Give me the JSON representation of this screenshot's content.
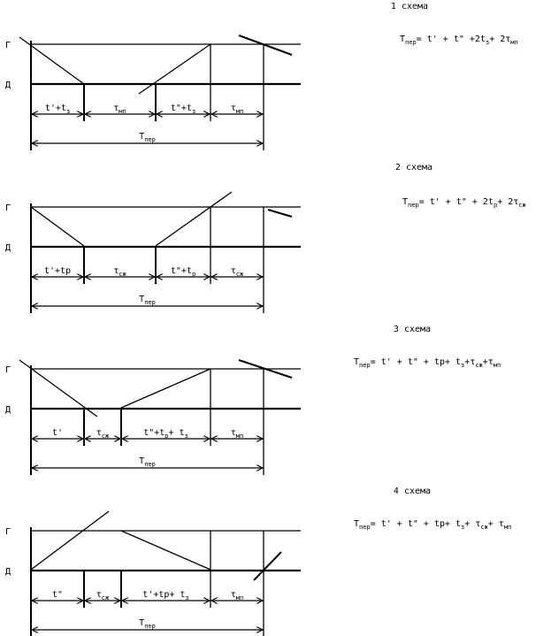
{
  "schemes": [
    {
      "title": "1 схема",
      "axis_top": "Г",
      "axis_bottom": "Д",
      "formula": [
        {
          "t": "T"
        },
        {
          "t": "пер",
          "sub": true
        },
        {
          "t": "= t' + t\" +2t"
        },
        {
          "t": "з",
          "sub": true
        },
        {
          "t": "+ 2τ"
        },
        {
          "t": "мп",
          "sub": true
        }
      ],
      "segments": [
        [
          {
            "t": "t'+t"
          },
          {
            "t": "з",
            "sub": true
          }
        ],
        [
          {
            "t": "τ"
          },
          {
            "t": "мп",
            "sub": true
          }
        ],
        [
          {
            "t": "t\"+t"
          },
          {
            "t": "з",
            "sub": true
          }
        ],
        [
          {
            "t": "τ"
          },
          {
            "t": "мп",
            "sub": true
          }
        ]
      ],
      "total": [
        {
          "t": "T"
        },
        {
          "t": "пер",
          "sub": true
        }
      ]
    },
    {
      "title": "2 схема",
      "axis_top": "Г",
      "axis_bottom": "Д",
      "formula": [
        {
          "t": "T"
        },
        {
          "t": "пер",
          "sub": true
        },
        {
          "t": "= t' + t\" + 2t"
        },
        {
          "t": "р",
          "sub": true
        },
        {
          "t": "+ 2τ"
        },
        {
          "t": "сж",
          "sub": true
        }
      ],
      "segments": [
        [
          {
            "t": "t'+tp"
          }
        ],
        [
          {
            "t": "τ"
          },
          {
            "t": "сж",
            "sub": true
          }
        ],
        [
          {
            "t": "t\"+t"
          },
          {
            "t": "р",
            "sub": true
          }
        ],
        [
          {
            "t": "τ"
          },
          {
            "t": "сж",
            "sub": true
          }
        ]
      ],
      "total": [
        {
          "t": "T"
        },
        {
          "t": "пер",
          "sub": true
        }
      ]
    },
    {
      "title": "3 схема",
      "axis_top": "Г",
      "axis_bottom": "Д",
      "formula": [
        {
          "t": "T"
        },
        {
          "t": "пер",
          "sub": true
        },
        {
          "t": "= t' + t\" + tp+ t"
        },
        {
          "t": "з",
          "sub": true
        },
        {
          "t": "+τ"
        },
        {
          "t": "сж",
          "sub": true
        },
        {
          "t": "+τ"
        },
        {
          "t": "мп",
          "sub": true
        }
      ],
      "segments": [
        [
          {
            "t": "t'"
          }
        ],
        [
          {
            "t": "τ"
          },
          {
            "t": "сж",
            "sub": true
          }
        ],
        [
          {
            "t": "t\"+t"
          },
          {
            "t": "p",
            "sub": true
          },
          {
            "t": "+ t"
          },
          {
            "t": "з",
            "sub": true
          }
        ],
        [
          {
            "t": "τ"
          },
          {
            "t": "мп",
            "sub": true
          }
        ]
      ],
      "total": [
        {
          "t": "T"
        },
        {
          "t": "пер",
          "sub": true
        }
      ]
    },
    {
      "title": "4 схема",
      "axis_top": "Г",
      "axis_bottom": "Д",
      "formula": [
        {
          "t": "T"
        },
        {
          "t": "пер",
          "sub": true
        },
        {
          "t": "= t' + t\" + tp+ t"
        },
        {
          "t": "з",
          "sub": true
        },
        {
          "t": "+ τ"
        },
        {
          "t": "сж",
          "sub": true
        },
        {
          "t": "+ τ"
        },
        {
          "t": "мп",
          "sub": true
        }
      ],
      "segments": [
        [
          {
            "t": "t\""
          }
        ],
        [
          {
            "t": "τ"
          },
          {
            "t": "сж",
            "sub": true
          }
        ],
        [
          {
            "t": "t'+tp+ t"
          },
          {
            "t": "з",
            "sub": true
          }
        ],
        [
          {
            "t": "τ"
          },
          {
            "t": "мп",
            "sub": true
          }
        ]
      ],
      "total": [
        {
          "t": "T"
        },
        {
          "t": "пер",
          "sub": true
        }
      ]
    }
  ]
}
